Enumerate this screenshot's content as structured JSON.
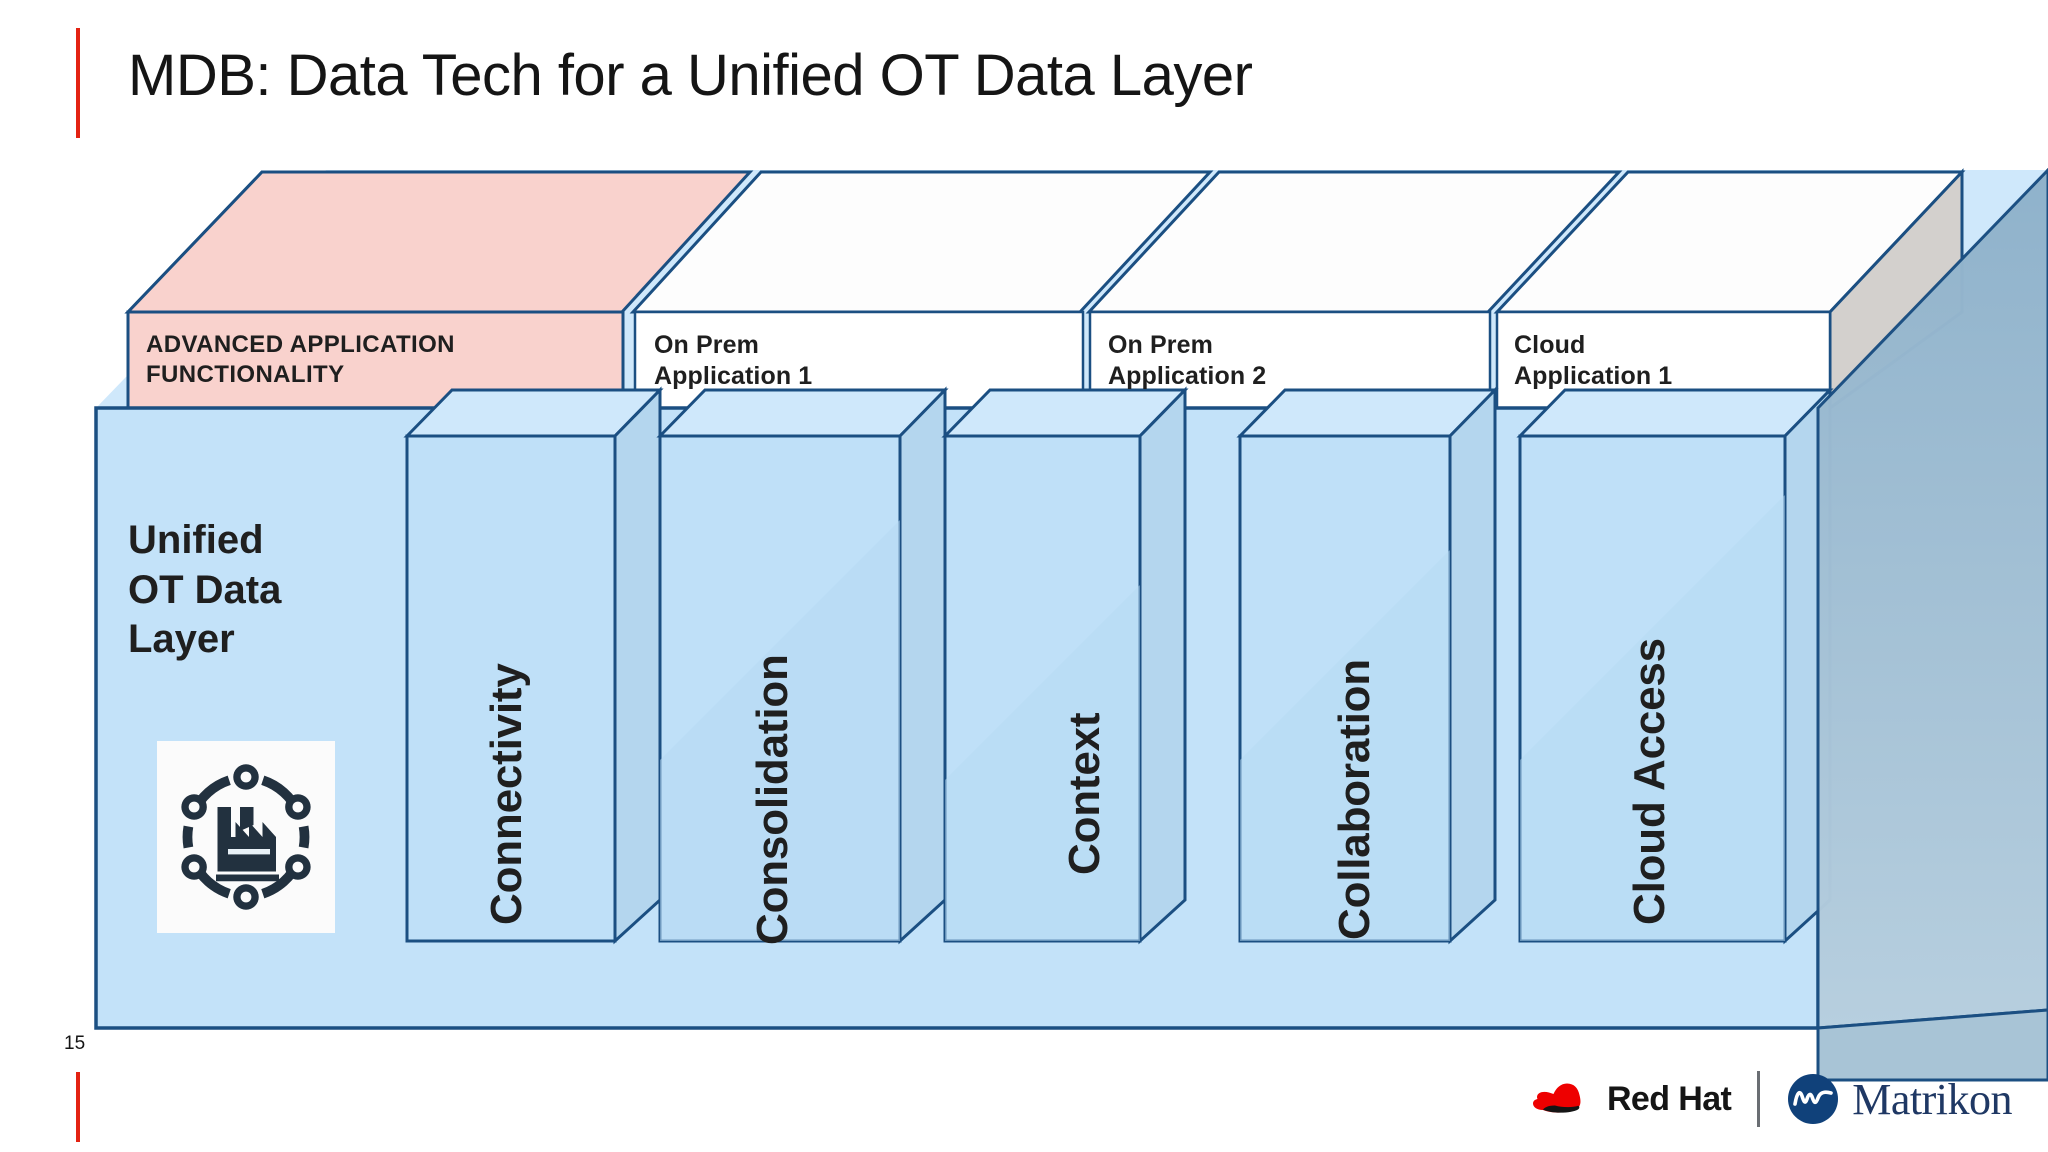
{
  "slide": {
    "title": "MDB: Data Tech for a Unified OT Data Layer",
    "page_number": "15",
    "accent_color": "#e32212",
    "outline_color": "#1b4f82",
    "highlight_fill": "#f9d2cd",
    "layer_fill": "#bfe2f8",
    "side_fill": "#93b4ca"
  },
  "applications": [
    {
      "name": "advanced-application-functionality",
      "label": "ADVANCED APPLICATION\nFUNCTIONALITY",
      "highlighted": true
    },
    {
      "name": "on-prem-application-1",
      "label": "On Prem\nApplication 1",
      "highlighted": false
    },
    {
      "name": "on-prem-application-2",
      "label": "On Prem\nApplication 2",
      "highlighted": false
    },
    {
      "name": "cloud-application-1",
      "label": "Cloud\nApplication 1",
      "highlighted": false
    }
  ],
  "data_layer": {
    "title": "Unified\nOT Data\nLayer",
    "icon": "factory-network-icon"
  },
  "pillars": [
    {
      "name": "connectivity",
      "label": "Connectivity"
    },
    {
      "name": "consolidation",
      "label": "Consolidation"
    },
    {
      "name": "context",
      "label": "Context"
    },
    {
      "name": "collaboration",
      "label": "Collaboration"
    },
    {
      "name": "cloud-access",
      "label": "Cloud Access"
    }
  ],
  "footer": {
    "red_hat": "Red Hat",
    "matrikon": "Matrikon"
  }
}
